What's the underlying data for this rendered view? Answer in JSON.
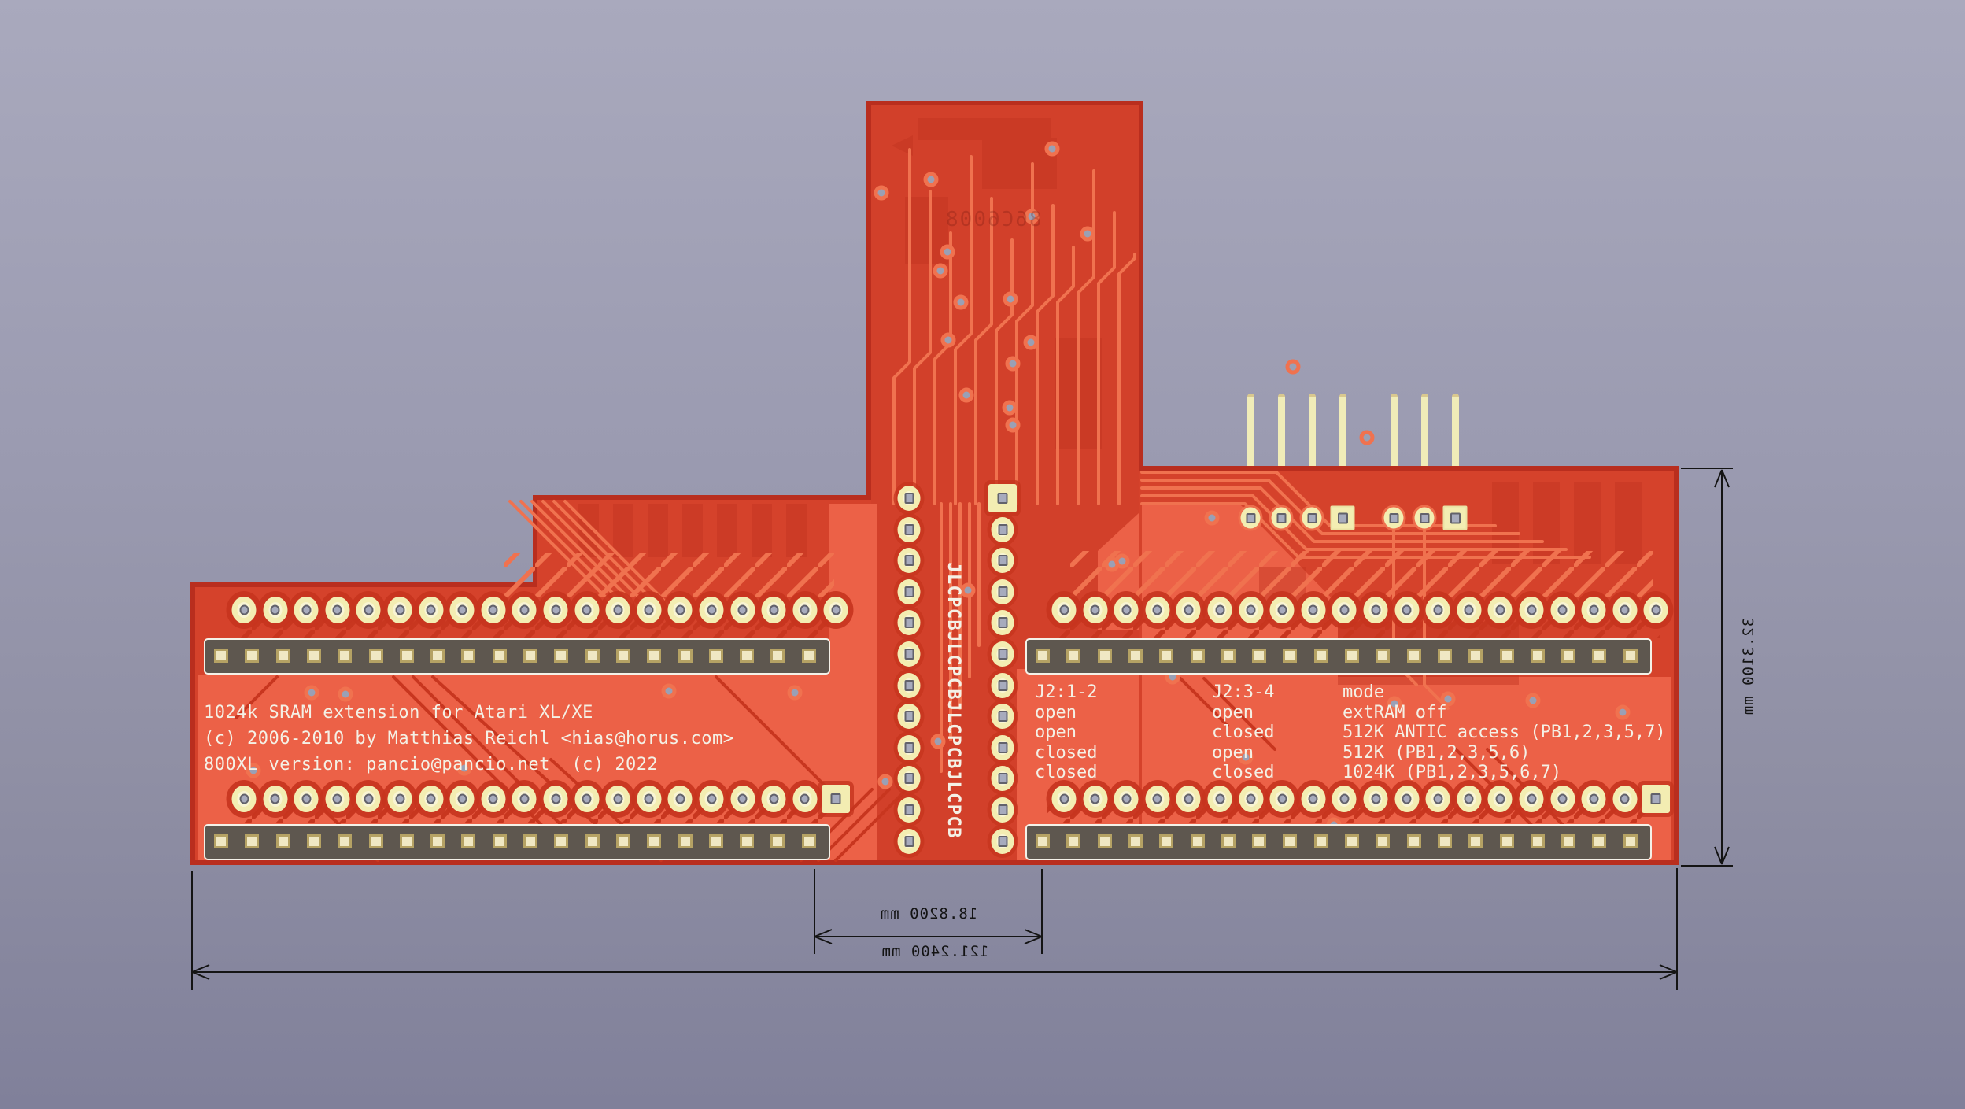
{
  "view": {
    "description": "PCB 3D render, back copper side of an Atari memory-extension board",
    "background_top": "#a9a9bd",
    "background_bottom": "#80809a"
  },
  "board": {
    "colors": {
      "edge_rim": "#b92e1e",
      "base_red": "#d8462f",
      "dark_red": "#d2402a",
      "light_zone": "#ec6147",
      "trace_light": "#f0724f",
      "trace_dark": "#c8361f",
      "pad_ring": "#f3edb2",
      "strip_body": "#5e574f",
      "strip_gold": "#f0e8c4",
      "pin_yellow": "#f0ecb8",
      "dimension_ink": "#141414"
    },
    "silkscreen": {
      "title_lines": [
        "1024k SRAM extension for Atari XL/XE",
        "(c) 2006-2010 by Matthias Reichl <hias@horus.com>",
        "800XL version: pancio@pancio.net  (c) 2022"
      ],
      "jumper_table": {
        "headers": [
          "J2:1-2",
          "J2:3-4",
          "mode"
        ],
        "rows": [
          [
            "open",
            "open",
            "extRAM off"
          ],
          [
            "open",
            "closed",
            "512K ANTIC access (PB1,2,3,5,7)"
          ],
          [
            "closed",
            "open",
            "512K (PB1,2,3,5,6)"
          ],
          [
            "closed",
            "closed",
            "1024K (PB1,2,3,5,6,7)"
          ]
        ]
      },
      "fab_text": "JLCPCBJLCPCBJLCPCBJLCPCB",
      "ghost_text": "86C6008"
    },
    "dimensions": {
      "board_height": "32.3100 mm",
      "center_tab_width": "18.8200 mm",
      "board_width": "121.2400 mm"
    }
  }
}
